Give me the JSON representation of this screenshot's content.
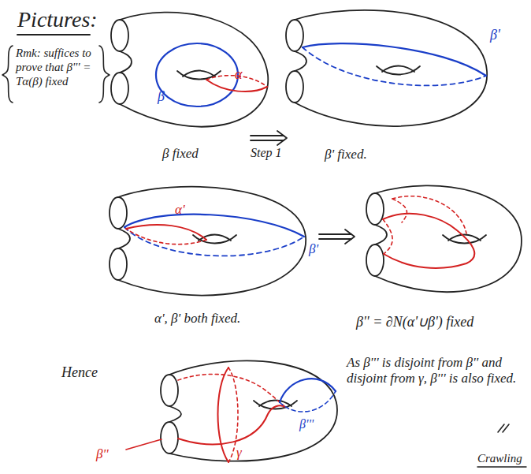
{
  "diagram": {
    "title": "Pictures:",
    "labels": [
      "Rmk: suffices to prove that β''' = Tα(β) fixed",
      "α",
      "β",
      "β fixed",
      "Step 1",
      "β'",
      "β' fixed.",
      "α'",
      "β'",
      "α', β' both fixed.",
      "β'' = ∂N(α'∪β') fixed",
      "Hence",
      "β''",
      "γ",
      "β'''",
      "As β''' is disjoint from β'' and disjoint from γ, β''' is also fixed.",
      "Crawling"
    ]
  }
}
